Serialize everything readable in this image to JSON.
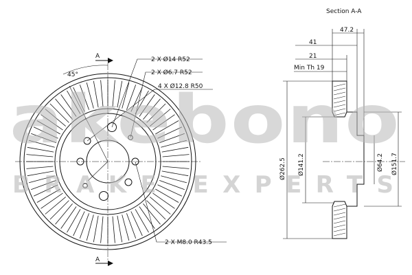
{
  "section": {
    "title": "Section A-A",
    "marker": "A"
  },
  "annotations": {
    "angle": "45°",
    "holes_14": "2 X Ø14 R52",
    "holes_67": "2 X Ø6.7 R52",
    "holes_128": "4 X Ø12.8 R50",
    "threads": "2 X M8.0 R43.5"
  },
  "dimensions": {
    "width": "47.2",
    "hat_depth": "41",
    "thickness": "21",
    "min_thickness": "Min Th 19",
    "outer_diameter": "Ø262.5",
    "hat_outer": "Ø141.2",
    "center_bore": "Ø64.2",
    "hat_diameter": "Ø151.7"
  },
  "watermark": {
    "brand": "akebono",
    "tagline": "BRAKE EXPERTS"
  },
  "colors": {
    "line": "#111111",
    "watermark": "#b8b8b8",
    "background": "#ffffff"
  }
}
